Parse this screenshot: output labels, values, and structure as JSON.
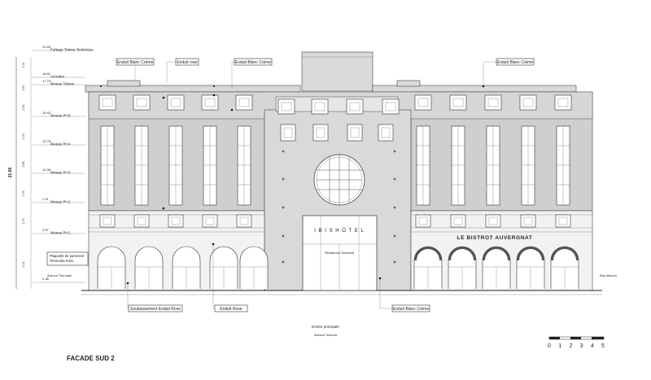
{
  "drawing": {
    "title": "FACADE SUD 2",
    "total_height": "21.56",
    "scale_labels": [
      "0",
      "1",
      "2",
      "3",
      "4",
      "5"
    ]
  },
  "levels": [
    {
      "value": "21.56",
      "label": "Faîtage Toiture Technique"
    },
    {
      "value": "18.81",
      "label": "Acrotère"
    },
    {
      "value": "17.79",
      "label": "Niveau Toiture"
    },
    {
      "value": "15.43",
      "label": "Niveau R+5"
    },
    {
      "value": "12.78",
      "label": "Niveau R+4"
    },
    {
      "value": "10.36",
      "label": "Niveau R+3"
    },
    {
      "value": "7.31",
      "label": "Niveau R+2"
    },
    {
      "value": "4.57",
      "label": "Niveau R+1"
    },
    {
      "value": "2.38",
      "label": ""
    }
  ],
  "dimensions": [
    "2.74",
    "0.67",
    "2.51",
    "2.75",
    "2.65",
    "2.76",
    "2.73",
    "4.31"
  ],
  "callouts_top": [
    "Enduit Blanc Crème",
    "Enduit rose",
    "Enduit Blanc Crème",
    "Enduit Blanc Crème"
  ],
  "callouts_bottom": [
    "Soubassement Enduit Rose",
    "Enduit Rose",
    "Enduit Blanc Crème"
  ],
  "left_notes": [
    "Plaquette de parement",
    "Terracotta Rose",
    "Avenue Thermale"
  ],
  "right_note": "Rue Mounet",
  "signage": {
    "hotel": "I B I S   H Ô T E L",
    "residence": "Résidence Tourisme",
    "bistrot": "LE BISTROT AUVERGNAT"
  },
  "entrance": {
    "label": "Entrée principale",
    "street": "Avenue Victoria"
  }
}
